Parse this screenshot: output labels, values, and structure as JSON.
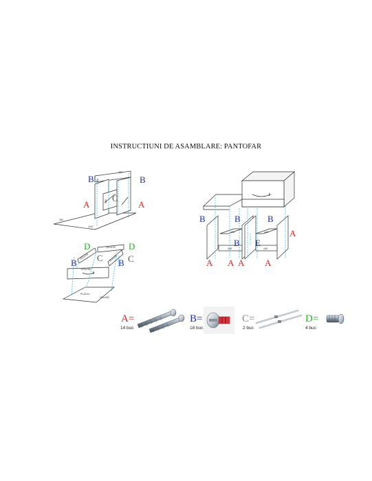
{
  "title": "INSTRUCTIUNI DE ASAMBLARE: PANTOFAR",
  "colors": {
    "A": "#d12a2a",
    "B": "#1f2fb0",
    "C": "#555555",
    "D": "#22b422",
    "guide": "#39b6e6"
  },
  "diagram1": {
    "dims": {
      "top": "363",
      "depth": "281",
      "base_depth": "280",
      "base_width": "1167",
      "mid": "180"
    },
    "labels": {
      "B_left": "B",
      "B_right": "B",
      "C": "C",
      "A_left": "A",
      "A_right": "A"
    }
  },
  "diagram2": {
    "dims": {
      "left_panel": "250x100",
      "right_panel": "261x100",
      "side": "261x100",
      "front": "570x756",
      "bottom": "PLACAJ",
      "bottom_size": "290x250"
    },
    "labels": {
      "D_left": "D",
      "D_right": "D",
      "B_left": "B",
      "B_right": "B",
      "C_left": "C",
      "C_right": "C"
    }
  },
  "diagram3": {
    "dims": {
      "shelf1": "448",
      "shelf2": "448",
      "shelf3": "448",
      "shelf4": "448"
    },
    "labels": {
      "B1": "B",
      "B2": "B",
      "B3": "B",
      "B4": "B",
      "E": "E",
      "A1": "A",
      "A2": "A",
      "A3": "A",
      "A4": "A",
      "A_side": "A"
    }
  },
  "legend": [
    {
      "letter": "A=",
      "count": "14 buc",
      "icon": "screw-bolts-icon"
    },
    {
      "letter": "B=",
      "count": "18 buc",
      "icon": "cam-lock-icon"
    },
    {
      "letter": "C=",
      "count": "2 buc",
      "icon": "metal-rod-icon"
    },
    {
      "letter": "D=",
      "count": "4 buc",
      "icon": "short-screw-icon"
    }
  ]
}
